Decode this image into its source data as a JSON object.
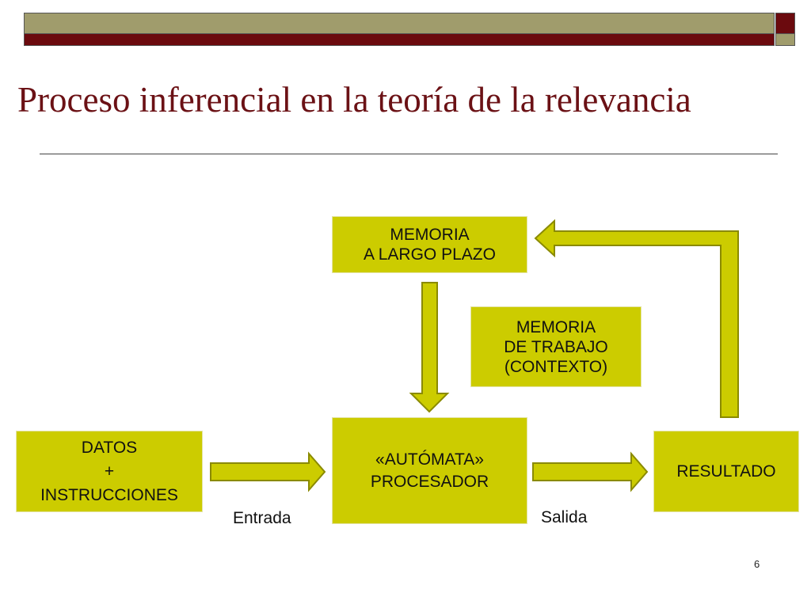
{
  "slide": {
    "title": "Proceso inferencial en la teoría de la relevancia",
    "page_number": "6"
  },
  "colors": {
    "title": "#6b1115",
    "box_fill": "#cccc00",
    "arrow_fill": "#cccc00",
    "arrow_stroke": "#8a8a00",
    "bar_olive": "#a09c6c",
    "bar_maroon": "#6b0a0e"
  },
  "nodes": {
    "memoria_largo": {
      "lines": [
        "MEMORIA",
        "A LARGO PLAZO"
      ]
    },
    "memoria_trabajo": {
      "lines": [
        "MEMORIA",
        "DE TRABAJO",
        "(CONTEXTO)"
      ]
    },
    "datos": {
      "lines": [
        "DATOS",
        "+",
        "INSTRUCCIONES"
      ]
    },
    "automata": {
      "lines": [
        "«AUTÓMATA»",
        "PROCESADOR"
      ]
    },
    "resultado": {
      "lines": [
        "RESULTADO"
      ]
    }
  },
  "edge_labels": {
    "entrada": "Entrada",
    "salida": "Salida"
  }
}
